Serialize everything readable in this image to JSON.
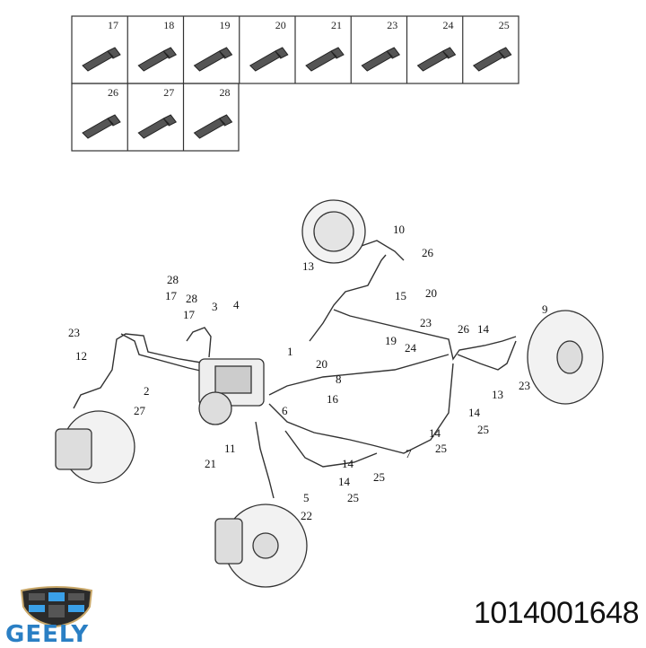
{
  "parts_table": {
    "row1": [
      "17",
      "18",
      "19",
      "20",
      "21",
      "23",
      "24",
      "25"
    ],
    "row2": [
      "26",
      "27",
      "28"
    ]
  },
  "callouts": [
    "10",
    "26",
    "13",
    "15",
    "20",
    "28",
    "17",
    "28",
    "17",
    "3",
    "4",
    "23",
    "9",
    "23",
    "26",
    "14",
    "19",
    "24",
    "20",
    "1",
    "12",
    "8",
    "2",
    "16",
    "13",
    "23",
    "27",
    "6",
    "14",
    "25",
    "14",
    "25",
    "7",
    "11",
    "21",
    "14",
    "25",
    "14",
    "25",
    "5",
    "22"
  ],
  "brand": {
    "name": "GEELY",
    "color": "#2a7fc4"
  },
  "part_number": "1014001648"
}
